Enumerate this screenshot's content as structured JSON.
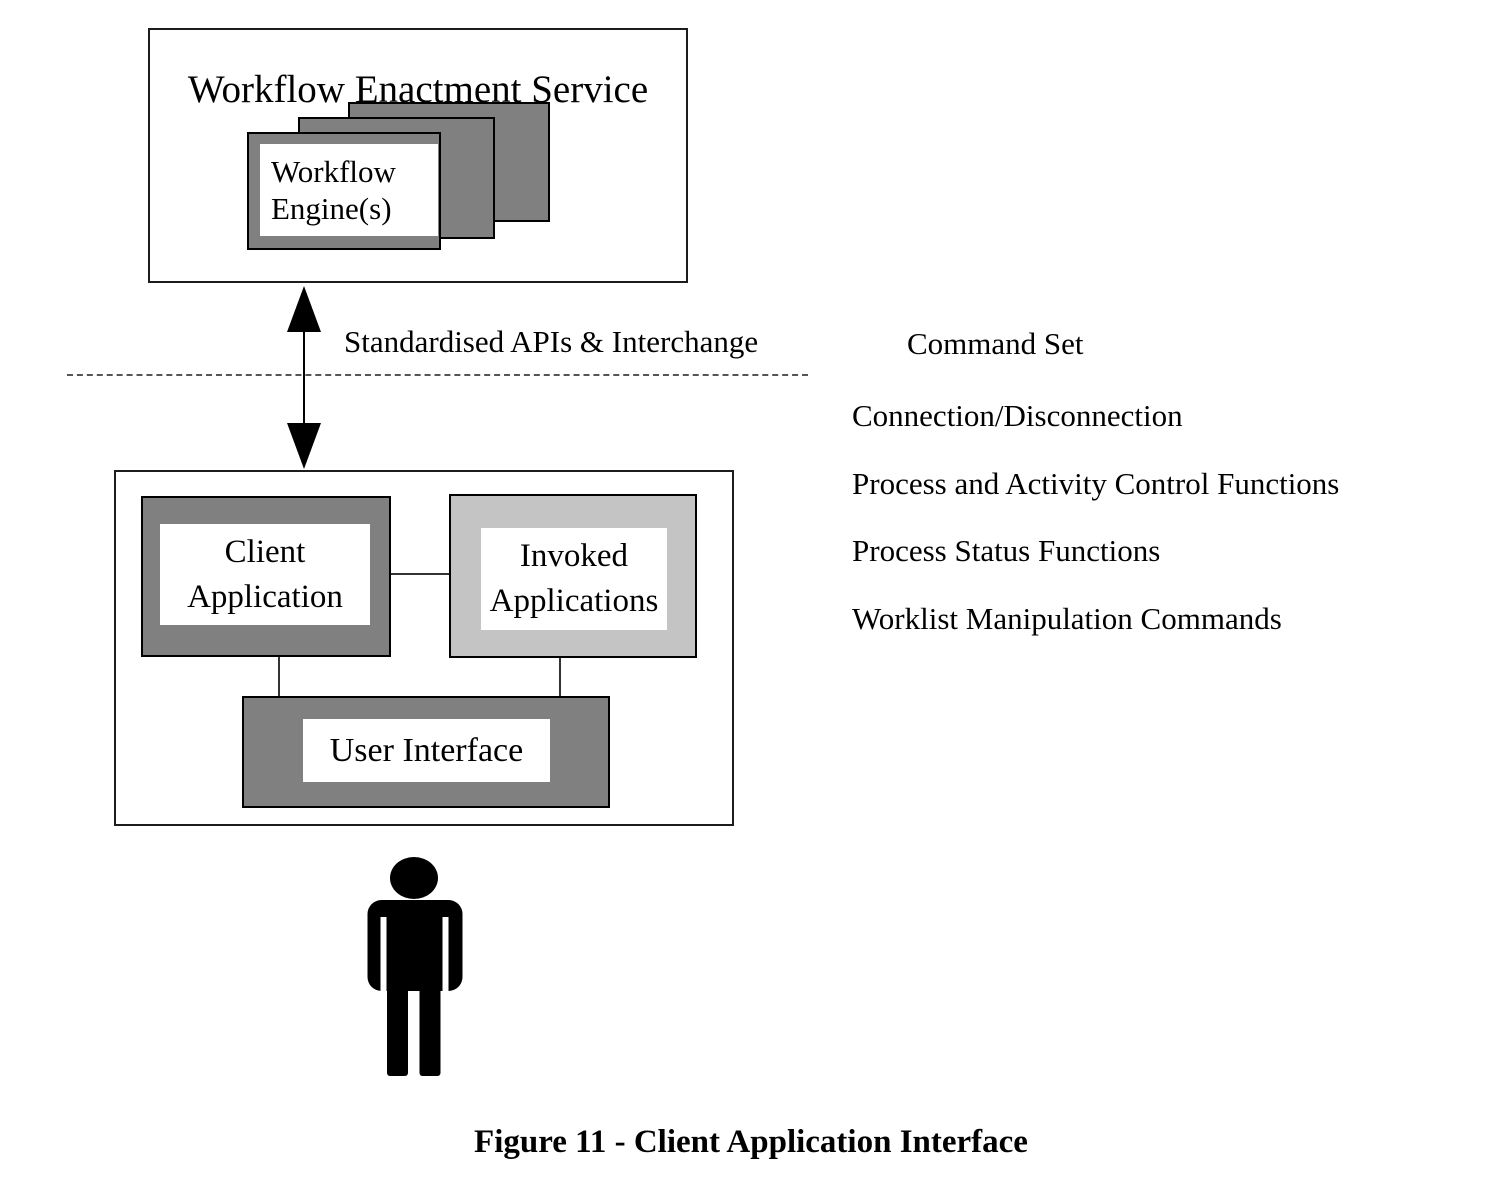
{
  "figure": {
    "caption": "Figure 11 - Client Application Interface"
  },
  "enactment_service": {
    "title": "Workflow Enactment Service",
    "engine": {
      "line1": "Workflow",
      "line2": "Engine(s)"
    }
  },
  "api_band": {
    "label": "Standardised APIs & Interchange"
  },
  "client_domain": {
    "client_application": {
      "line1": "Client",
      "line2": "Application"
    },
    "invoked_applications": {
      "line1": "Invoked",
      "line2": "Applications"
    },
    "user_interface": "User Interface"
  },
  "command_set": {
    "title": "Command Set",
    "items": [
      "Connection/Disconnection",
      "Process and Activity Control Functions",
      "Process Status Functions",
      "Worklist Manipulation Commands"
    ]
  },
  "icons": {
    "user": "person-icon",
    "link": "double-headed-arrow-icon"
  },
  "colors": {
    "box_dark_gray": "#808080",
    "box_light_gray": "#c4c4c4",
    "line_black": "#000000",
    "background": "#ffffff"
  }
}
